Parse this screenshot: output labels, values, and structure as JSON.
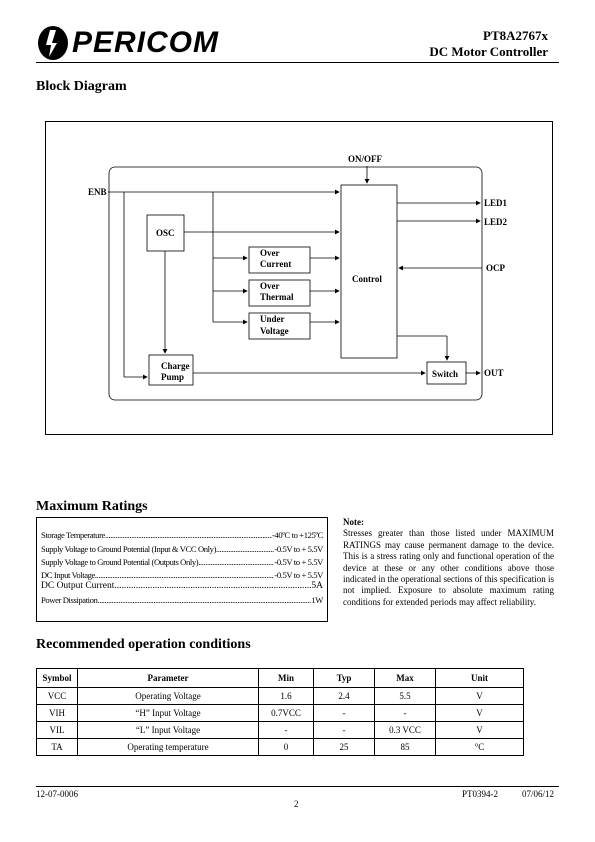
{
  "header": {
    "logo_text": "PERICOM",
    "part_number": "PT8A2767x",
    "product": "DC Motor Controller"
  },
  "block_diagram": {
    "title": "Block Diagram",
    "blocks": {
      "osc": "OSC",
      "over_current_1": "Over",
      "over_current_2": "Current",
      "over_thermal_1": "Over",
      "over_thermal_2": "Thermal",
      "under_voltage_1": "Under",
      "under_voltage_2": "Voltage",
      "control": "Control",
      "charge_pump_1": "Charge",
      "charge_pump_2": "Pump",
      "switch": "Switch"
    },
    "signals": {
      "on_off": "ON/OFF",
      "enb": "ENB",
      "led1": "LED1",
      "led2": "LED2",
      "ocp": "OCP",
      "out": "OUT"
    }
  },
  "max_ratings": {
    "title": "Maximum Ratings",
    "rows": [
      {
        "label": "Storage Temperature",
        "value": "-40ºC to +125ºC"
      },
      {
        "label": "Supply Voltage to Ground Potential (Input & VCC Only)",
        "value": "-0.5V to + 5.5V"
      },
      {
        "label": "Supply Voltage to Ground Potential (Outputs Only)",
        "value": "-0.5V to + 5.5V"
      },
      {
        "label": "DC Input Voltage",
        "value": "-0.5V to + 5.5V"
      },
      {
        "label": "DC Output Current",
        "value": "5A"
      },
      {
        "label": "Power Dissipation",
        "value": "1W"
      }
    ]
  },
  "note": {
    "title": "Note:",
    "text": "Stresses greater than those listed under MAXIMUM RATINGS may cause permanent damage to the device. This is a stress rating only and functional operation of the device at these or any other conditions above those indicated in the operational sections of this specification is not implied. Exposure to absolute maximum rating conditions for extended periods may affect reliability."
  },
  "recommended": {
    "title": "Recommended operation conditions",
    "headers": [
      "Symbol",
      "Parameter",
      "Min",
      "Typ",
      "Max",
      "Unit"
    ],
    "rows": [
      [
        "VCC",
        "Operating Voltage",
        "1.6",
        "2.4",
        "5.5",
        "V"
      ],
      [
        "VIH",
        "“H” Input Voltage",
        "0.7VCC",
        "-",
        "-",
        "V"
      ],
      [
        "VIL",
        "“L” Input Voltage",
        "-",
        "-",
        "0.3 VCC",
        "V"
      ],
      [
        "TA",
        "Operating temperature",
        "0",
        "25",
        "85",
        "°C"
      ]
    ]
  },
  "footer": {
    "left": "12-07-0006",
    "doc": "PT0394-2",
    "date": "07/06/12",
    "page": "2"
  }
}
